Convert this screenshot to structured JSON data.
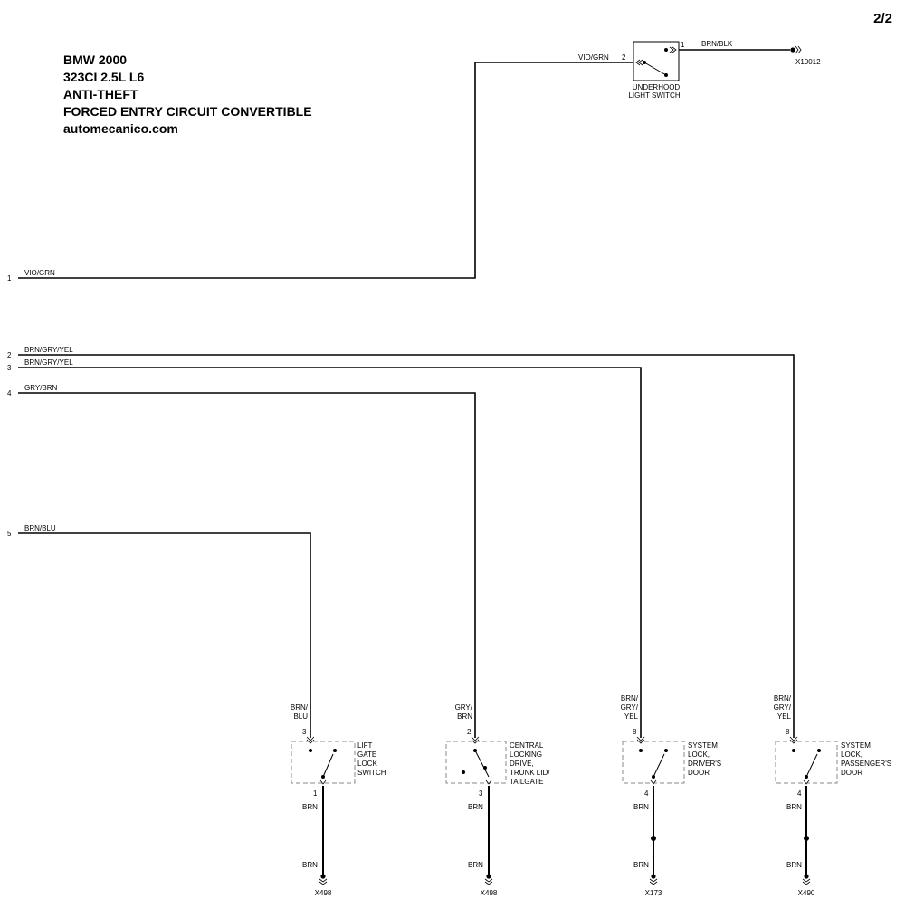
{
  "header": {
    "page": "2/2",
    "lines": [
      "BMW 2000",
      "323CI 2.5L L6",
      "ANTI-THEFT",
      "FORCED ENTRY CIRCUIT CONVERTIBLE",
      "automecanico.com"
    ]
  },
  "left_pins": [
    {
      "num": "1",
      "wire": "VIO/GRN"
    },
    {
      "num": "2",
      "wire": "BRN/GRY/YEL"
    },
    {
      "num": "3",
      "wire": "BRN/GRY/YEL"
    },
    {
      "num": "4",
      "wire": "GRY/BRN"
    },
    {
      "num": "5",
      "wire": "BRN/BLU"
    }
  ],
  "underhood": {
    "wire_in": "VIO/GRN",
    "pin_in": "2",
    "pin_out": "1",
    "wire_out": "BRN/BLK",
    "label": [
      "UNDERHOOD",
      "LIGHT SWITCH"
    ],
    "ground": "X10012"
  },
  "components": [
    {
      "wire_top": [
        "BRN/",
        "BLU"
      ],
      "pin_top": "3",
      "label": [
        "LIFT",
        "GATE",
        "LOCK",
        "SWITCH"
      ],
      "pin_bottom": "1",
      "wire_bottom_1": "BRN",
      "wire_bottom_2": "BRN",
      "ground": "X498"
    },
    {
      "wire_top": [
        "GRY/",
        "BRN"
      ],
      "pin_top": "2",
      "label": [
        "CENTRAL",
        "LOCKING",
        "DRIVE,",
        "TRUNK LID/",
        "TAILGATE"
      ],
      "pin_bottom": "3",
      "wire_bottom_1": "BRN",
      "wire_bottom_2": "BRN",
      "ground": "X498"
    },
    {
      "wire_top": [
        "BRN/",
        "GRY/",
        "YEL"
      ],
      "pin_top": "8",
      "label": [
        "SYSTEM",
        "LOCK,",
        "DRIVER'S",
        "DOOR"
      ],
      "pin_bottom": "4",
      "wire_bottom_1": "BRN",
      "wire_bottom_2": "BRN",
      "ground": "X173"
    },
    {
      "wire_top": [
        "BRN/",
        "GRY/",
        "YEL"
      ],
      "pin_top": "8",
      "label": [
        "SYSTEM",
        "LOCK,",
        "PASSENGER'S",
        "DOOR"
      ],
      "pin_bottom": "4",
      "wire_bottom_1": "BRN",
      "wire_bottom_2": "BRN",
      "ground": "X490"
    }
  ]
}
